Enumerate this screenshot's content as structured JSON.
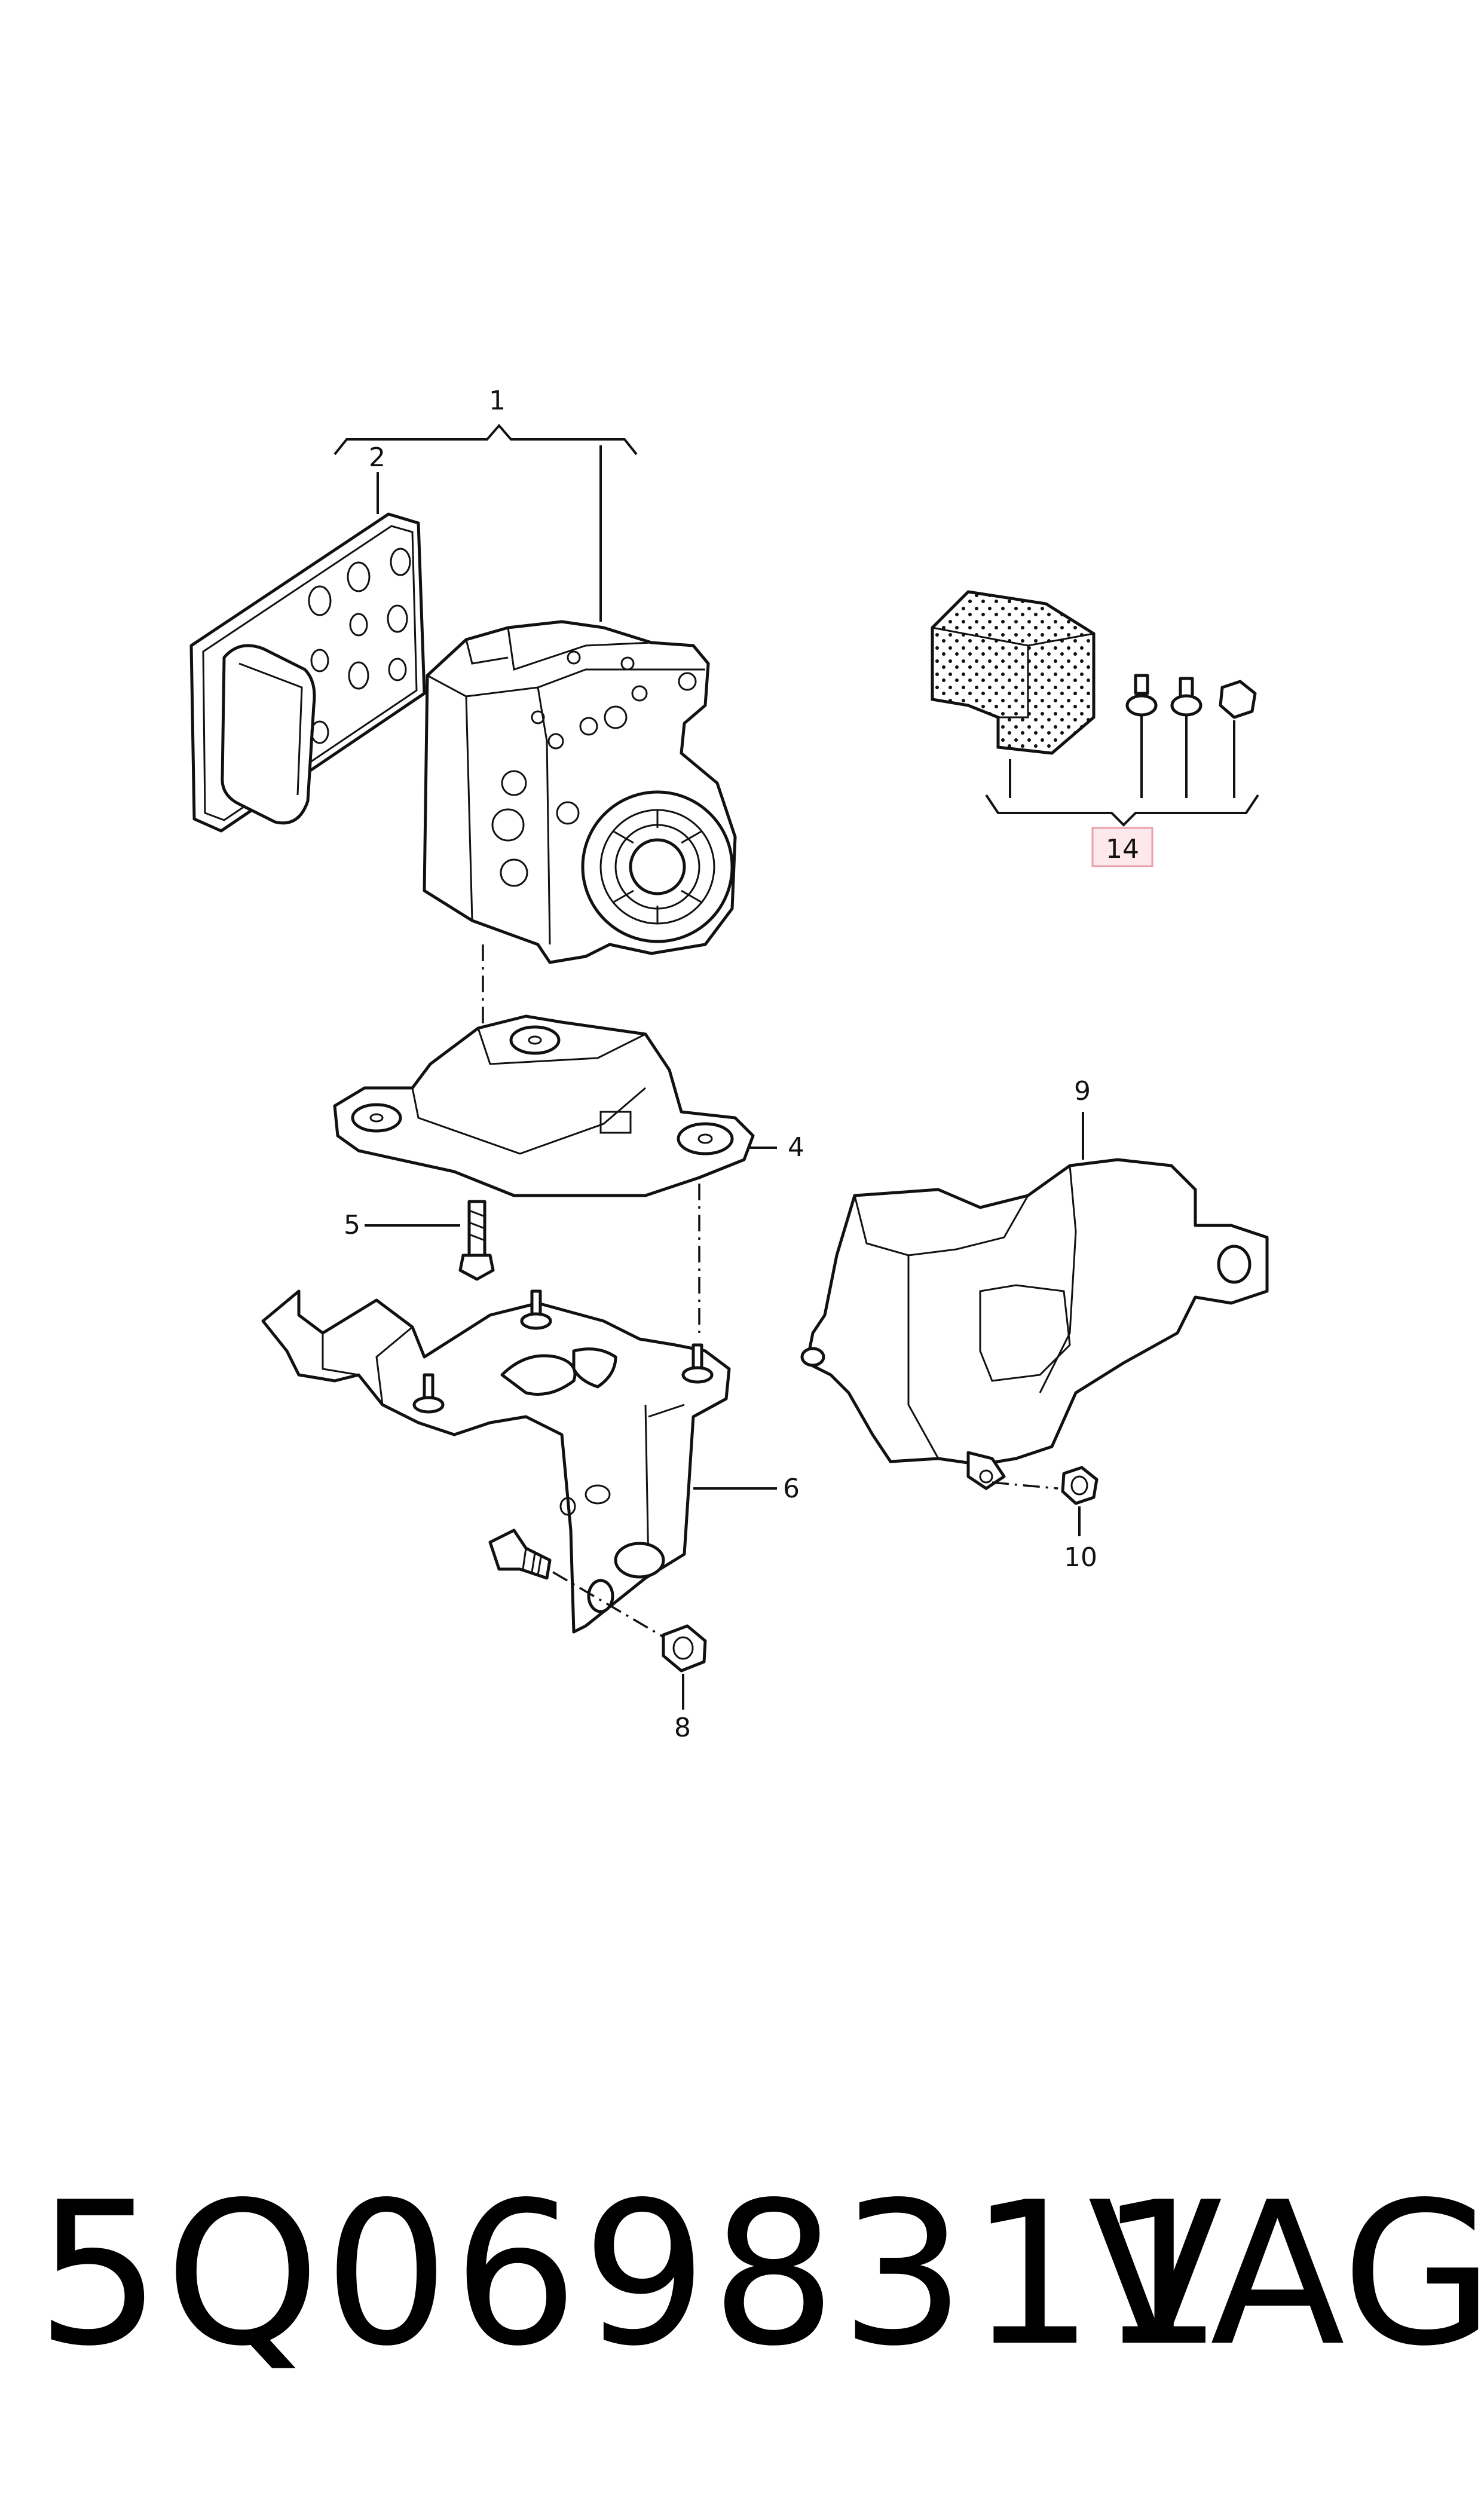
{
  "callouts": {
    "c1": "1",
    "c2": "2",
    "c4": "4",
    "c5": "5",
    "c6": "6",
    "c8": "8",
    "c9": "9",
    "c10": "10",
    "c14": "14"
  },
  "highlight_color": "#e8a0a8",
  "footer": {
    "part_number": "5Q0698311",
    "brand": "VAG"
  }
}
